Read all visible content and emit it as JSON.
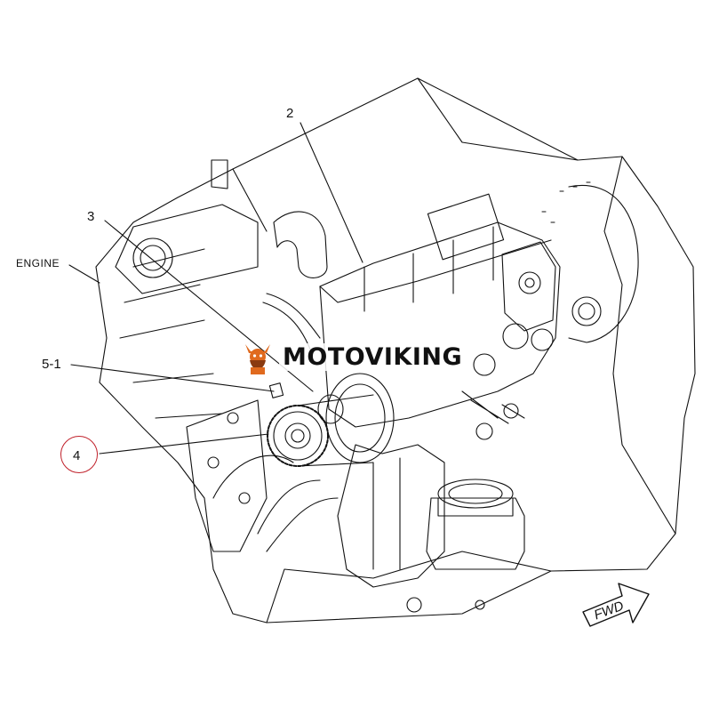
{
  "callouts": {
    "engine": "ENGINE",
    "part_2": "2",
    "part_3": "3",
    "part_5_1": "5-1",
    "part_4": "4"
  },
  "watermark": {
    "brand": "MOTOVIKING",
    "icon": "viking-mascot-icon"
  },
  "direction_arrow": {
    "label": "FWD",
    "icon": "forward-arrow-icon"
  },
  "colors": {
    "line": "#111111",
    "highlight_ring": "#c0202a",
    "mascot_orange": "#e06a1e"
  }
}
